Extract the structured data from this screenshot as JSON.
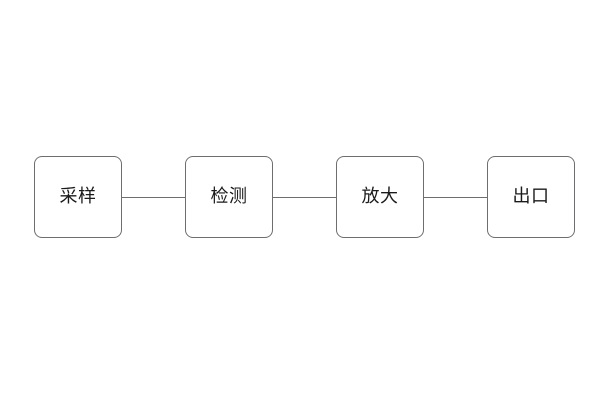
{
  "diagram": {
    "type": "flowchart",
    "orientation": "horizontal",
    "title": "",
    "background_color": "#ffffff",
    "node_border_color": "#6e6e70",
    "node_fill_color": "#ffffff",
    "node_text_color": "#1a1a1a",
    "connector_color": "#6e6e70",
    "nodes": [
      {
        "id": "node-0",
        "label": "采样"
      },
      {
        "id": "node-1",
        "label": "检测"
      },
      {
        "id": "node-2",
        "label": "放大"
      },
      {
        "id": "node-3",
        "label": "出口"
      }
    ],
    "connectors": [
      {
        "id": "conn-0",
        "from": "node-0",
        "to": "node-1",
        "style": "line"
      },
      {
        "id": "conn-1",
        "from": "node-1",
        "to": "node-2",
        "style": "line"
      },
      {
        "id": "conn-2",
        "from": "node-2",
        "to": "node-3",
        "style": "line"
      }
    ]
  }
}
